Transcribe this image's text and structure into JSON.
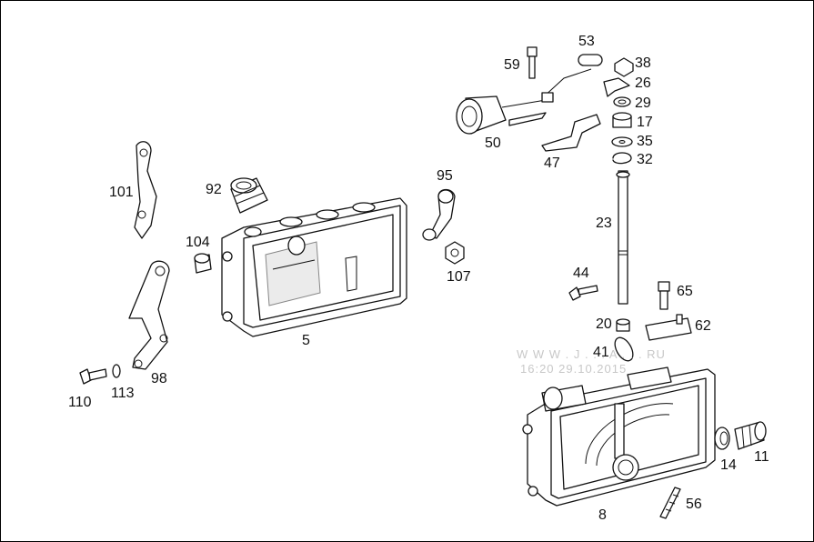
{
  "labels": {
    "l53": "53",
    "l59": "59",
    "l38": "38",
    "l26": "26",
    "l29": "29",
    "l17": "17",
    "l35": "35",
    "l32": "32",
    "l50": "50",
    "l47": "47",
    "l101": "101",
    "l92": "92",
    "l95": "95",
    "l104": "104",
    "l107": "107",
    "l5": "5",
    "l23": "23",
    "l44": "44",
    "l65": "65",
    "l20": "20",
    "l62": "62",
    "l41": "41",
    "l110": "110",
    "l113": "113",
    "l98": "98",
    "l14": "14",
    "l11": "11",
    "l56": "56",
    "l8": "8"
  },
  "watermark": {
    "line1": "W W W . J . . . A . . . RU",
    "line2": "16:20 29.10.2015"
  }
}
